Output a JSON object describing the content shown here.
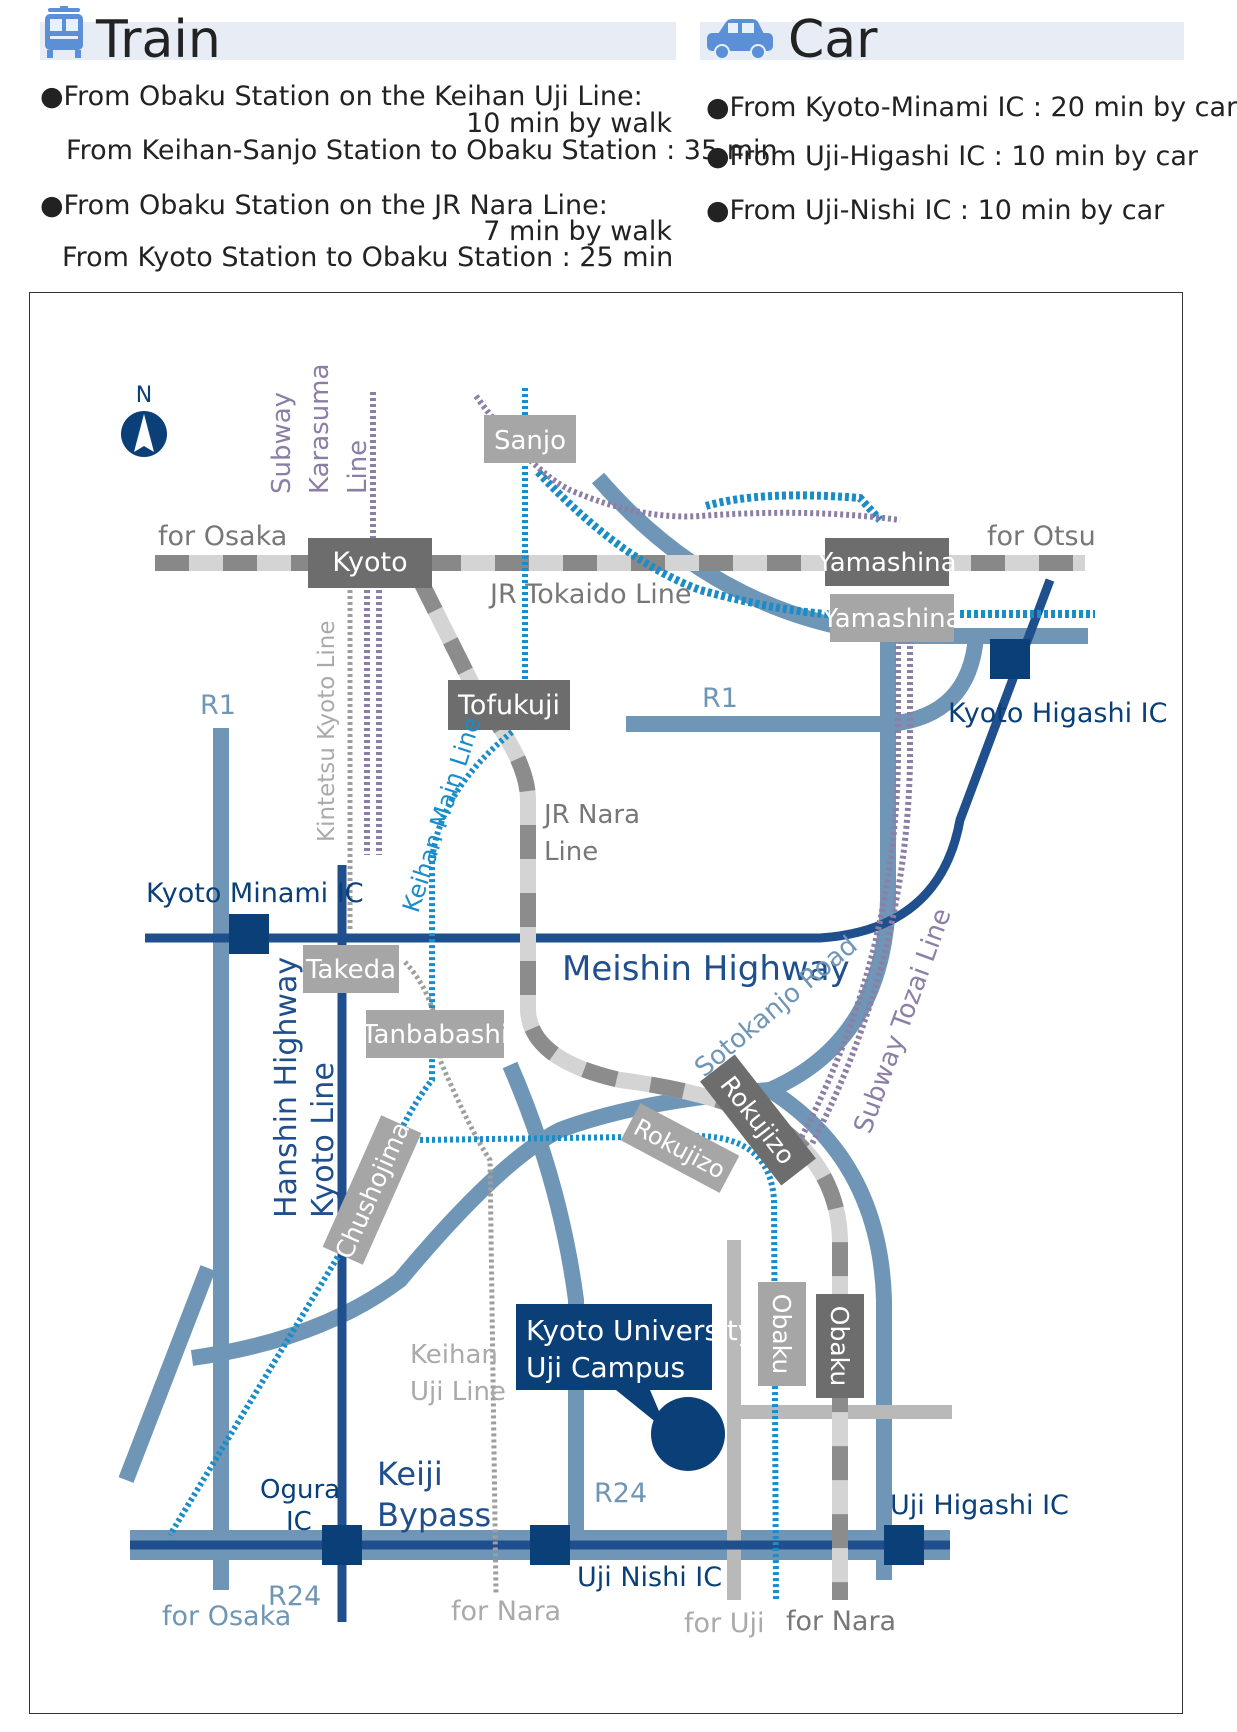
{
  "train": {
    "title": "Train",
    "icon": "train-icon",
    "items": [
      {
        "line1": "●From Obaku Station on the Keihan Uji Line:",
        "line2": "10 min by walk",
        "line3": "From Keihan-Sanjo Station to Obaku Station : 35 min"
      },
      {
        "line1": "●From Obaku Station on the JR Nara Line:",
        "line2": "7 min by walk",
        "line3": "From Kyoto Station to Obaku Station : 25 min"
      }
    ]
  },
  "car": {
    "title": "Car",
    "icon": "car-icon",
    "items": [
      "●From Kyoto-Minami IC : 20 min by car",
      "●From Uji-Higashi IC : 10 min by car",
      "●From Uji-Nishi IC : 10 min by car"
    ]
  },
  "map": {
    "north_label": "N",
    "stations": {
      "sanjo": "Sanjo",
      "kyoto": "Kyoto",
      "yamashina_jr": "Yamashina",
      "yamashina_subway": "Yamashina",
      "tofukuji": "Tofukuji",
      "takeda": "Takeda",
      "tanbabashi": "Tanbabashi",
      "chushojima": "Chushojima",
      "rokujizo_jr": "Rokujizo",
      "rokujizo_keihan": "Rokujizo",
      "obaku_keihan": "Obaku",
      "obaku_jr": "Obaku"
    },
    "lines": {
      "subway_karasuma_1": "Subway",
      "subway_karasuma_2": "Karasuma",
      "subway_karasuma_3": "Line",
      "jr_tokaido": "JR  Tokaido Line",
      "kintetsu_kyoto": "Kintetsu Kyoto Line",
      "keihan_main": "Keihan Main Line",
      "jr_nara_1": "JR Nara",
      "jr_nara_2": "Line",
      "subway_tozai": "Subway Tozai Line",
      "keihan_uji_1": "Keihan",
      "keihan_uji_2": "Uji Line"
    },
    "roads": {
      "r1_left": "R1",
      "r1_right": "R1",
      "meishin": "Meishin Highway",
      "sotokanjo": "Sotokanjo Road",
      "hanshin_1": "Hanshin Highway",
      "hanshin_2": "Kyoto Line",
      "keiji_1": "Keiji",
      "keiji_2": "Bypass",
      "r24_left": "R24",
      "r24_right": "R24"
    },
    "interchanges": {
      "kyoto_higashi": "Kyoto Higashi IC",
      "kyoto_minami": "Kyoto Minami IC",
      "ogura_1": "Ogura",
      "ogura_2": "IC",
      "uji_nishi": "Uji Nishi IC",
      "uji_higashi": "Uji Higashi IC"
    },
    "directions": {
      "for_osaka_top": "for Osaka",
      "for_otsu": "for Otsu",
      "for_osaka_bottom": "for Osaka",
      "for_nara_left": "for Nara",
      "for_uji": "for Uji",
      "for_nara_right": "for Nara"
    },
    "campus": {
      "line1": "Kyoto University",
      "line2": "Uji Campus"
    }
  },
  "colors": {
    "road_light": "#6f96b6",
    "road_dark": "#1f4f8c",
    "ic_box": "#0a3f78",
    "keihan_blue": "#1a8cc7",
    "subway_purple": "#8c7fa6",
    "station_dark": "#6d6d6d",
    "station_light": "#a6a6a6",
    "header_bg": "#e7ecf5"
  }
}
